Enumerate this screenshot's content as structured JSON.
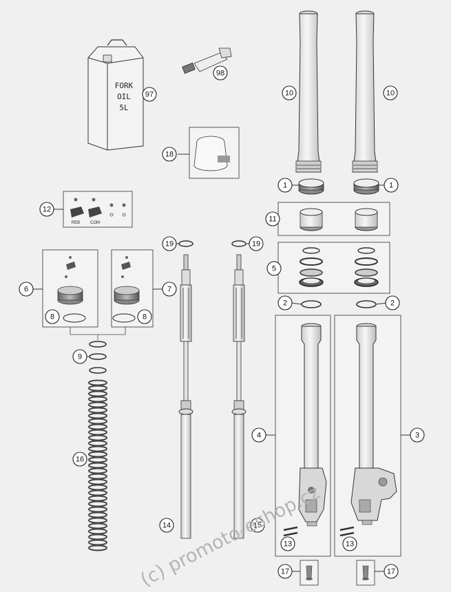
{
  "can": {
    "line1": "FORK",
    "line2": "OIL",
    "line3": "5L"
  },
  "cartridge_labels": {
    "reb": "REB",
    "com": "COM"
  },
  "callouts": {
    "c1a": "1",
    "c1b": "1",
    "c2a": "2",
    "c2b": "2",
    "c3": "3",
    "c4": "4",
    "c5": "5",
    "c6": "6",
    "c7": "7",
    "c8a": "8",
    "c8b": "8",
    "c9": "9",
    "c10a": "10",
    "c10b": "10",
    "c11": "11",
    "c12": "12",
    "c13a": "13",
    "c13b": "13",
    "c14": "14",
    "c15": "15",
    "c16": "16",
    "c17a": "17",
    "c17b": "17",
    "c18": "18",
    "c19a": "19",
    "c19b": "19",
    "c97": "97",
    "c98": "98"
  },
  "watermark": "(c) promoto-eshop.cz"
}
